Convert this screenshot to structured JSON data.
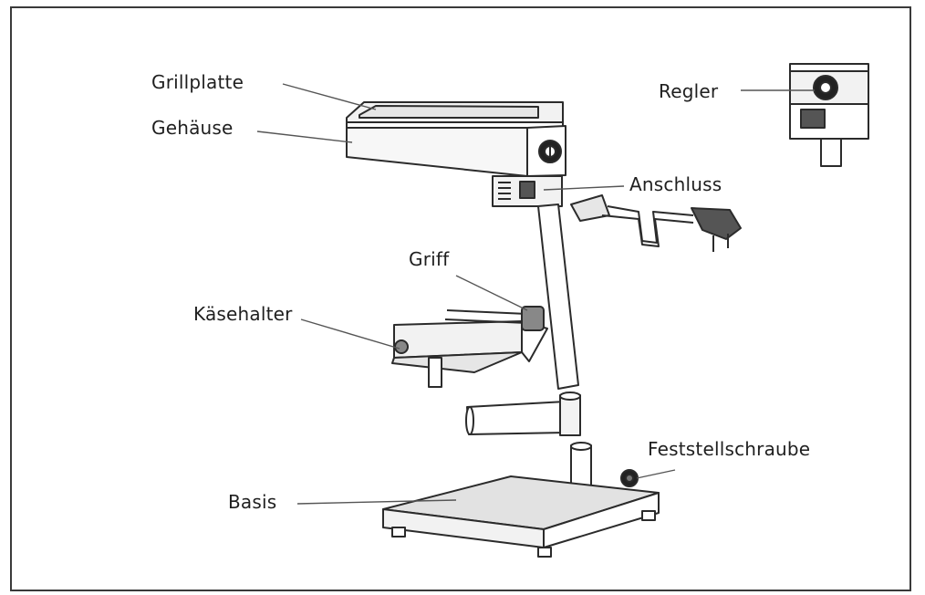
{
  "labels": {
    "grillplatte": "Grillplatte",
    "gehaeuse": "Gehäuse",
    "regler": "Regler",
    "anschluss": "Anschluss",
    "griff": "Griff",
    "kaesehalter": "Käsehalter",
    "feststellschraube": "Feststellschraube",
    "basis": "Basis"
  },
  "colors": {
    "line": "#2b2b2b",
    "fill_light": "#f2f2f2",
    "fill_mid": "#d9d9d9",
    "leader": "#555555"
  }
}
